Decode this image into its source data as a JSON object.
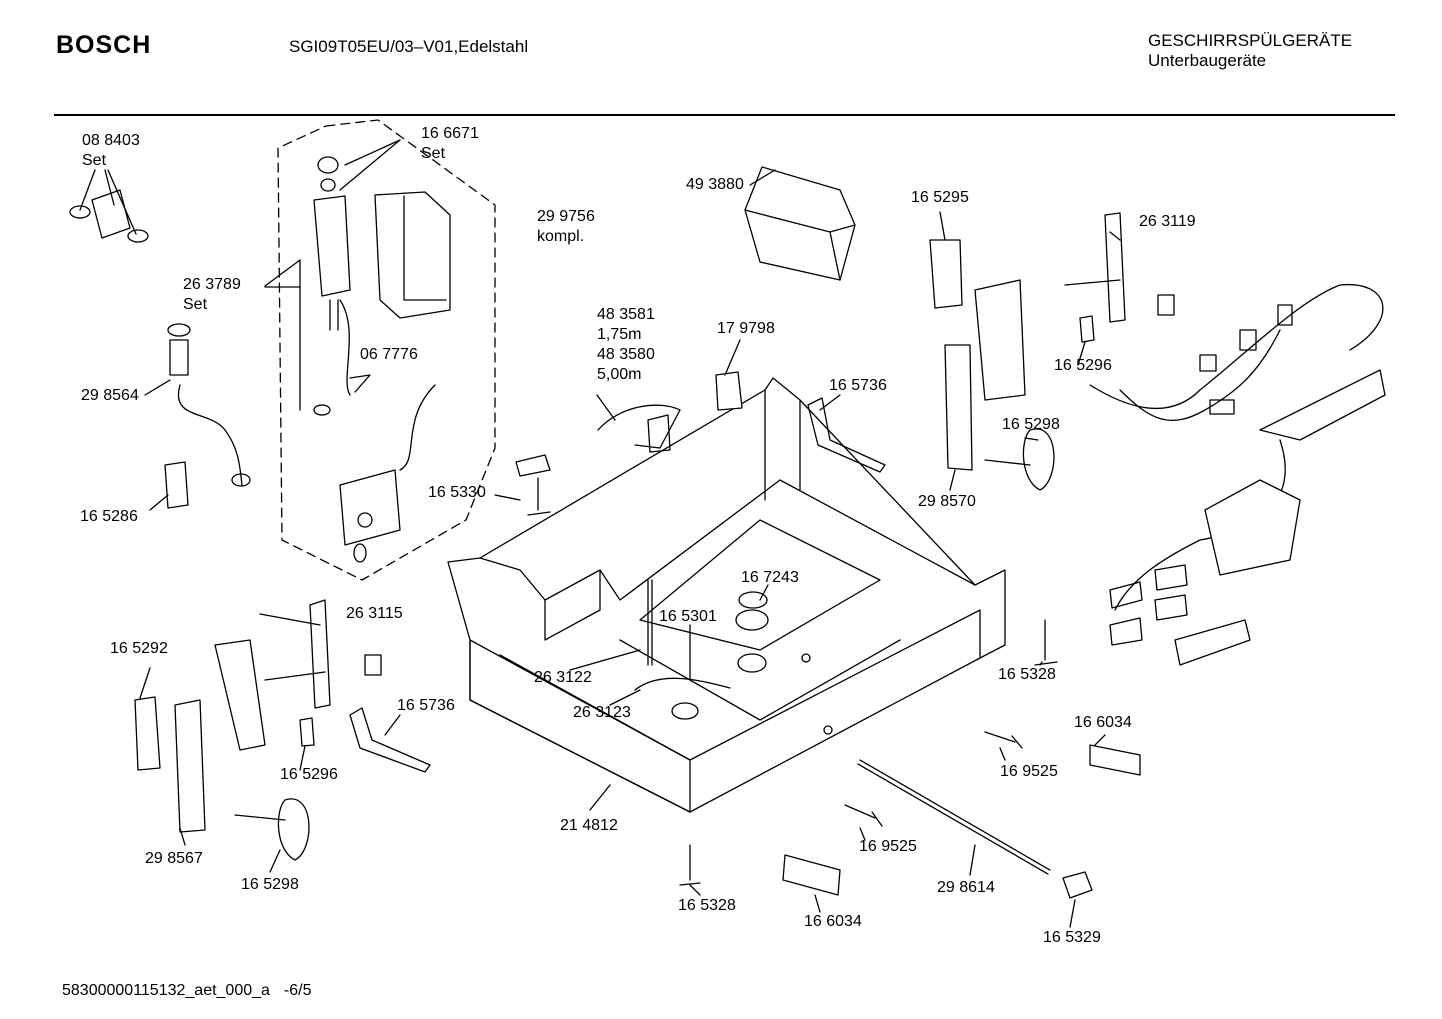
{
  "header": {
    "brand": "BOSCH",
    "model": "SGI09T05EU/03–V01,Edelstahl",
    "category_line1": "GESCHIRRSPÜLGERÄTE",
    "category_line2": "Unterbaugeräte"
  },
  "footer": {
    "doc_id": "58300000115132_aet_000_a",
    "page": "-6/5"
  },
  "parts": {
    "p088403": "08 8403",
    "set1": "Set",
    "p166671": "16 6671",
    "set2": "Set",
    "p299756": "29 9756",
    "kompl": "kompl.",
    "p263789": "26 3789",
    "set3": "Set",
    "p298564": "29 8564",
    "p067776": "06 7776",
    "p165286": "16 5286",
    "p165330": "16 5330",
    "p493880": "49 3880",
    "p483581": "48 3581",
    "len175": "1,75m",
    "p483580": "48 3580",
    "len500": "5,00m",
    "p179798": "17 9798",
    "p165736a": "16 5736",
    "p165295": "16 5295",
    "p263119": "26 3119",
    "p165296a": "16 5296",
    "p165298a": "16 5298",
    "p298570": "29 8570",
    "p167243": "16 7243",
    "p165301": "16 5301",
    "p263115": "26 3115",
    "p165292": "16 5292",
    "p263122": "26 3122",
    "p263123": "26 3123",
    "p165736b": "16 5736",
    "p165296b": "16 5296",
    "p298567": "29 8567",
    "p165298b": "16 5298",
    "p214812": "21 4812",
    "p165328a": "16 5328",
    "p166034a": "16 6034",
    "p169525a": "16 9525",
    "p169525b": "16 9525",
    "p165328b": "16 5328",
    "p166034b": "16 6034",
    "p298614": "29 8614",
    "p165329": "16 5329"
  }
}
